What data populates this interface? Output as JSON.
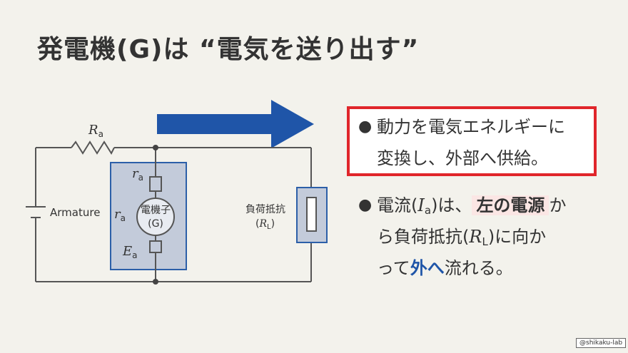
{
  "title": "発電機(G)は “電気を送り出す”",
  "circuit": {
    "resistor_label": "R",
    "resistor_sub": "a",
    "battery_label": "Armature",
    "gen_r_top": "r",
    "gen_r_top_sub": "a",
    "gen_r_left": "r",
    "gen_r_left_sub": "a",
    "gen_name": "電機子",
    "gen_symbol": "(G)",
    "gen_emf": "E",
    "gen_emf_sub": "a",
    "load_name": "負荷抵抗",
    "load_symbol_open": "(",
    "load_symbol": "R",
    "load_symbol_sub": "L",
    "load_symbol_close": ")"
  },
  "bullets": {
    "b1_line1": "動力を電気エネルギーに",
    "b1_line2": "変換し、外部へ供給。",
    "b2_line1_a": "電流(",
    "b2_line1_sym": "I",
    "b2_line1_sub": "a",
    "b2_line1_b": ")は、",
    "b2_line1_hl": "左の電源",
    "b2_line1_c": "か",
    "b2_line2_a": "ら負荷抵抗(",
    "b2_line2_sym": "R",
    "b2_line2_sub": "L",
    "b2_line2_b": ")に向か",
    "b2_line3_a": "って",
    "b2_line3_blue": "外へ",
    "b2_line3_b": "流れる。"
  },
  "credit": "@shikaku-lab",
  "colors": {
    "background": "#f3f2ec",
    "arrow": "#1f55a8",
    "gen_fill": "#c3cbda",
    "gen_border": "#2c5fa8",
    "highlight_border": "#e0262b",
    "emphasis_blue": "#1f55a8"
  }
}
